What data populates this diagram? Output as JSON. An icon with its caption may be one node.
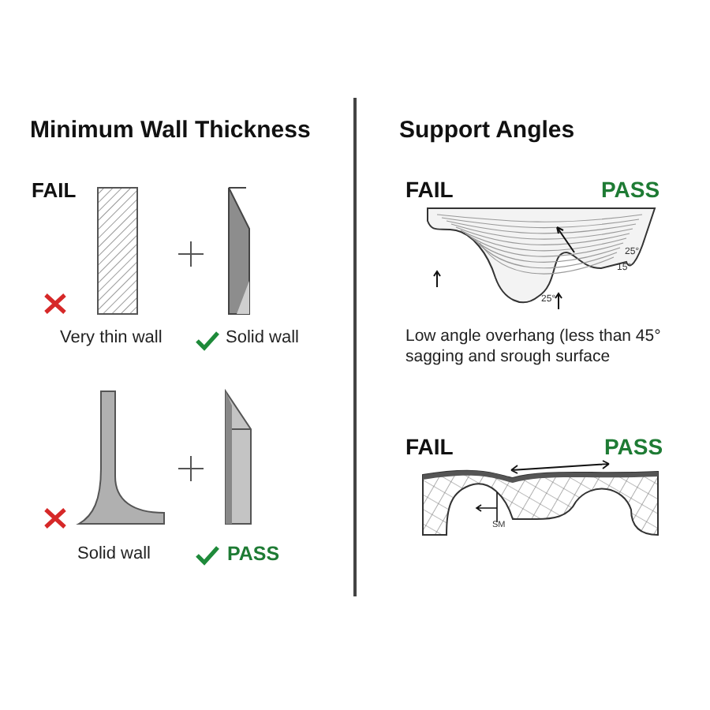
{
  "diagram": {
    "labels": [
      "Minimum Wall Thickness",
      "Support Angles",
      "FAIL",
      "Very thin wall",
      "Solid wall",
      "Solid wall",
      "PASS",
      "FAIL",
      "PASS",
      "25°",
      "15°",
      "25°",
      "Low angle overhang (less than 45° sagging and srough surface",
      "FAIL",
      "PASS",
      "SM"
    ]
  }
}
